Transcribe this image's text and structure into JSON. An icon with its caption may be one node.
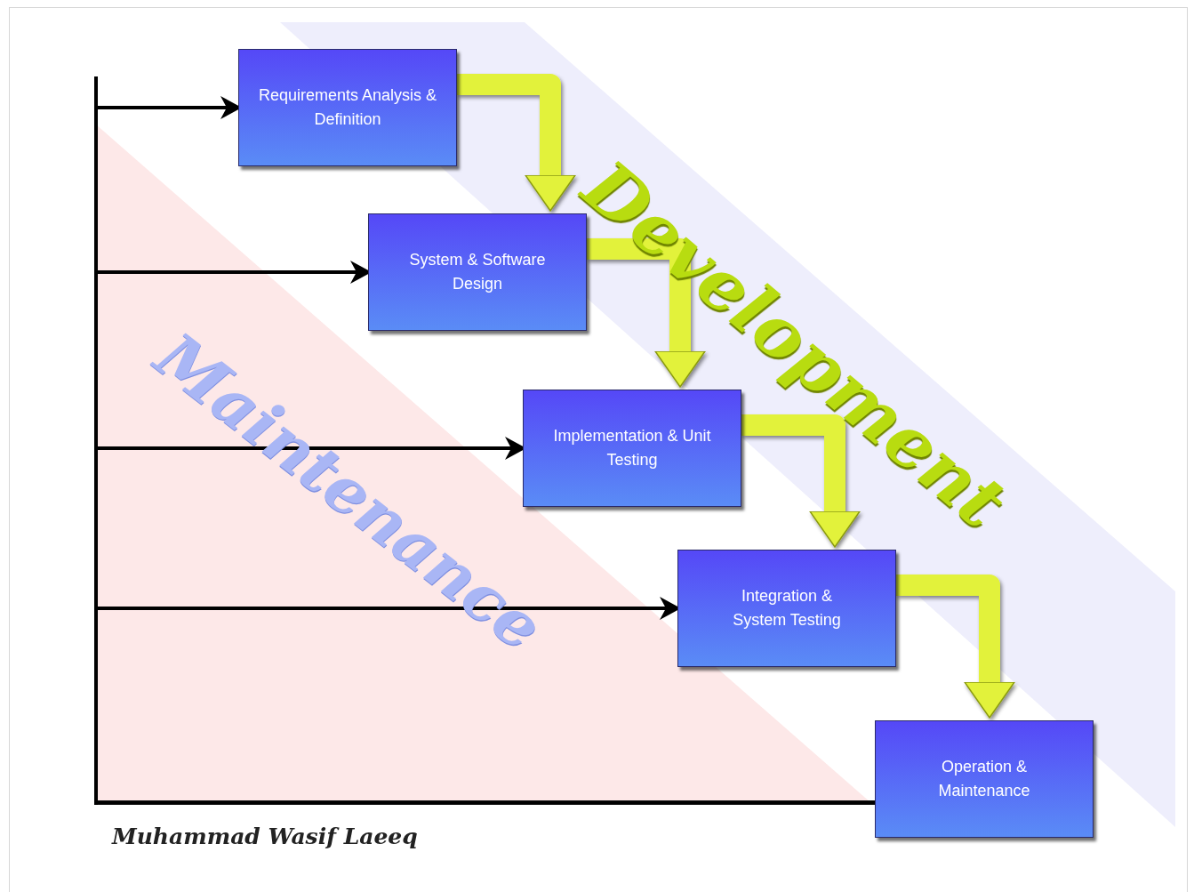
{
  "diagram": {
    "nodes": [
      {
        "text": [
          "Requirements Analysis & Definition"
        ]
      },
      {
        "text": [
          "System & Software Design"
        ]
      },
      {
        "text": [
          "Implementation & Unit Testing"
        ]
      },
      {
        "text": [
          "Integration & System Testing"
        ]
      },
      {
        "text": [
          "Operation & Maintenance"
        ]
      }
    ],
    "edges": [
      {
        "from": 0,
        "to": 1,
        "arrow": "to",
        "style": "thick",
        "color": "#e2f23a"
      },
      {
        "from": 1,
        "to": 2,
        "arrow": "to",
        "style": "thick",
        "color": "#e2f23a"
      },
      {
        "from": 2,
        "to": 3,
        "arrow": "to",
        "style": "thick",
        "color": "#e2f23a"
      },
      {
        "from": 3,
        "to": 4,
        "arrow": "to",
        "style": "thick",
        "color": "#e2f23a"
      },
      {
        "from": 4,
        "to": 0,
        "arrow": "to",
        "color": "#000000"
      },
      {
        "from": 4,
        "to": 1,
        "arrow": "to",
        "color": "#000000"
      },
      {
        "from": 4,
        "to": 2,
        "arrow": "to",
        "color": "#000000"
      },
      {
        "from": 4,
        "to": 3,
        "arrow": "to",
        "color": "#000000"
      }
    ],
    "labels": [
      "Development",
      "Maintenance",
      "Muhammad Wasif Laeeq"
    ]
  }
}
